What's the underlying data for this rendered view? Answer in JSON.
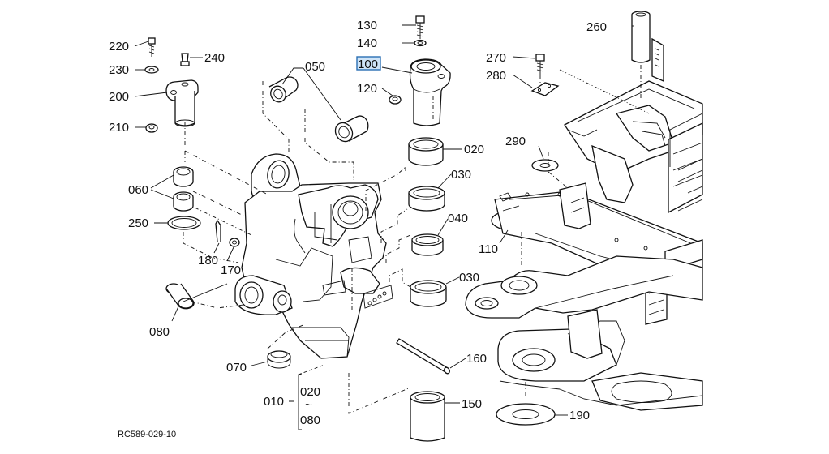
{
  "diagram": {
    "reference": "RC589-029-10",
    "selected_part": "100",
    "labels": {
      "p220": "220",
      "p230": "230",
      "p240": "240",
      "p200": "200",
      "p210": "210",
      "p050": "050",
      "p130": "130",
      "p140": "140",
      "p100": "100",
      "p120": "120",
      "p020": "020",
      "p030a": "030",
      "p040": "040",
      "p030b": "030",
      "p060": "060",
      "p250": "250",
      "p180": "180",
      "p170": "170",
      "p080": "080",
      "p070": "070",
      "p160": "160",
      "p150": "150",
      "p010": "010",
      "p020b": "020",
      "tilde": "~",
      "p080b": "080",
      "p260": "260",
      "p270": "270",
      "p280": "280",
      "p290": "290",
      "p110": "110",
      "p190": "190"
    }
  }
}
